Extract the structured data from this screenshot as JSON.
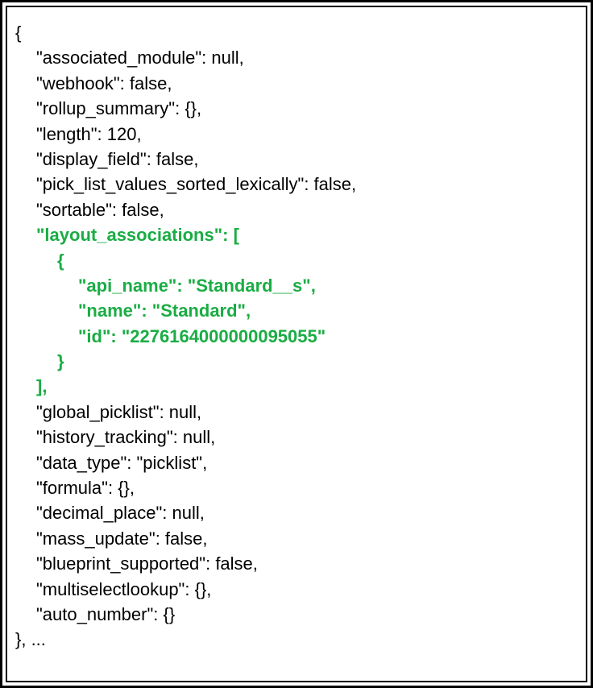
{
  "highlight_color": "#1aad44",
  "lines": [
    {
      "text": "{"
    },
    {
      "text": "\"associated_module\": null,"
    },
    {
      "text": "\"webhook\": false,"
    },
    {
      "text": "\"rollup_summary\": {},"
    },
    {
      "text": "\"length\": 120,"
    },
    {
      "text": "\"display_field\": false,"
    },
    {
      "text": "\"pick_list_values_sorted_lexically\": false,"
    },
    {
      "text": "\"sortable\": false,"
    },
    {
      "text": "\"layout_associations\": ["
    },
    {
      "text": "{"
    },
    {
      "text": "\"api_name\": \"Standard__s\","
    },
    {
      "text": "\"name\": \"Standard\","
    },
    {
      "text": "\"id\": \"2276164000000095055\""
    },
    {
      "text": "}"
    },
    {
      "text": "],"
    },
    {
      "text": "\"global_picklist\": null,"
    },
    {
      "text": "\"history_tracking\": null,"
    },
    {
      "text": "\"data_type\": \"picklist\","
    },
    {
      "text": "\"formula\": {},"
    },
    {
      "text": "\"decimal_place\": null,"
    },
    {
      "text": "\"mass_update\": false,"
    },
    {
      "text": "\"blueprint_supported\": false,"
    },
    {
      "text": "\"multiselectlookup\": {},"
    },
    {
      "text": "\"auto_number\": {}"
    },
    {
      "text": "}, ..."
    }
  ]
}
